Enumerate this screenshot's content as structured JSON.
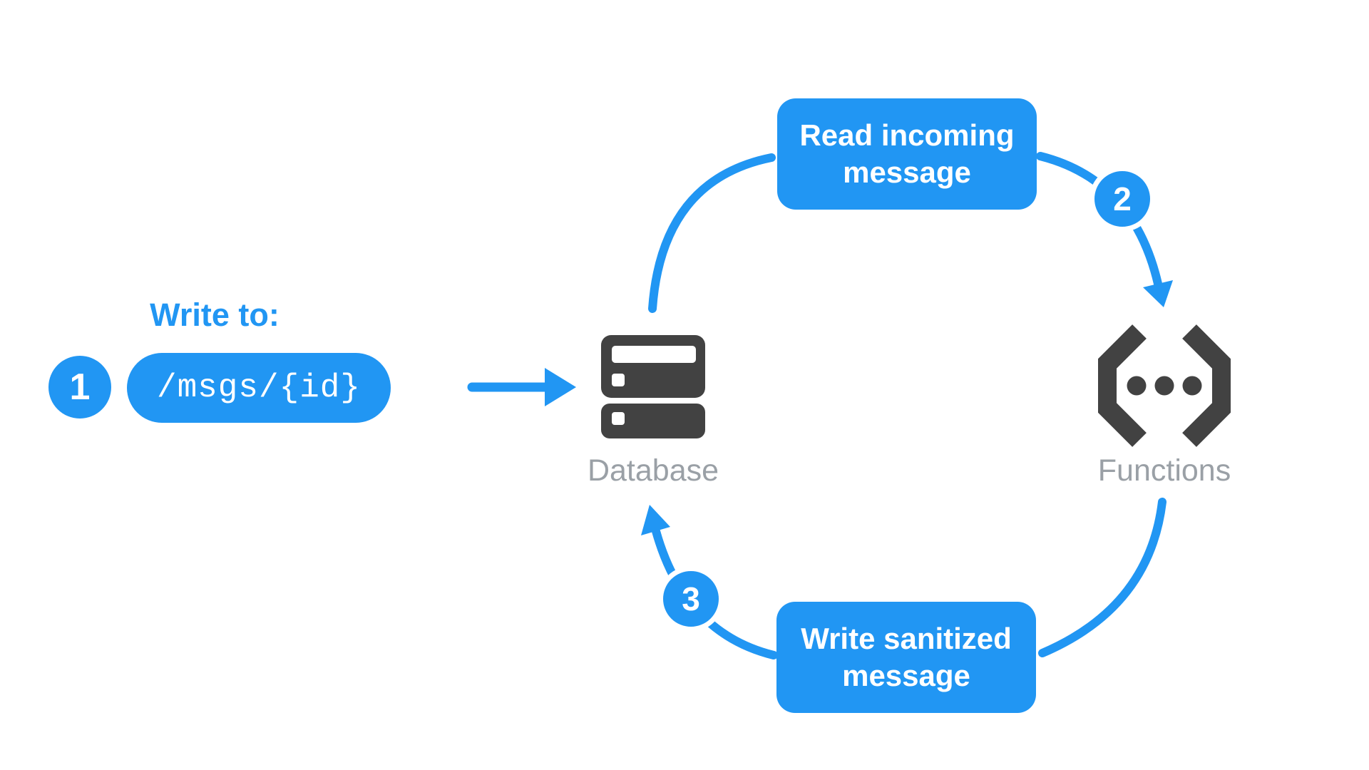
{
  "diagram": {
    "title_hint": "Database / Functions message sanitization flow",
    "write_to_label": "Write to:",
    "steps": {
      "one": {
        "number": "1"
      },
      "two": {
        "number": "2"
      },
      "three": {
        "number": "3"
      }
    },
    "path_pill": {
      "text": "/msgs/{id}"
    },
    "nodes": {
      "database": {
        "label": "Database"
      },
      "functions": {
        "label": "Functions"
      }
    },
    "flow_boxes": {
      "read": {
        "line1": "Read incoming",
        "line2": "message"
      },
      "write": {
        "line1": "Write sanitized",
        "line2": "message"
      }
    },
    "colors": {
      "accent_blue": "#2196F3",
      "icon_dark": "#424242",
      "label_gray": "#9AA0A6",
      "text_white": "#FFFFFF",
      "background": "#FFFFFF"
    }
  }
}
